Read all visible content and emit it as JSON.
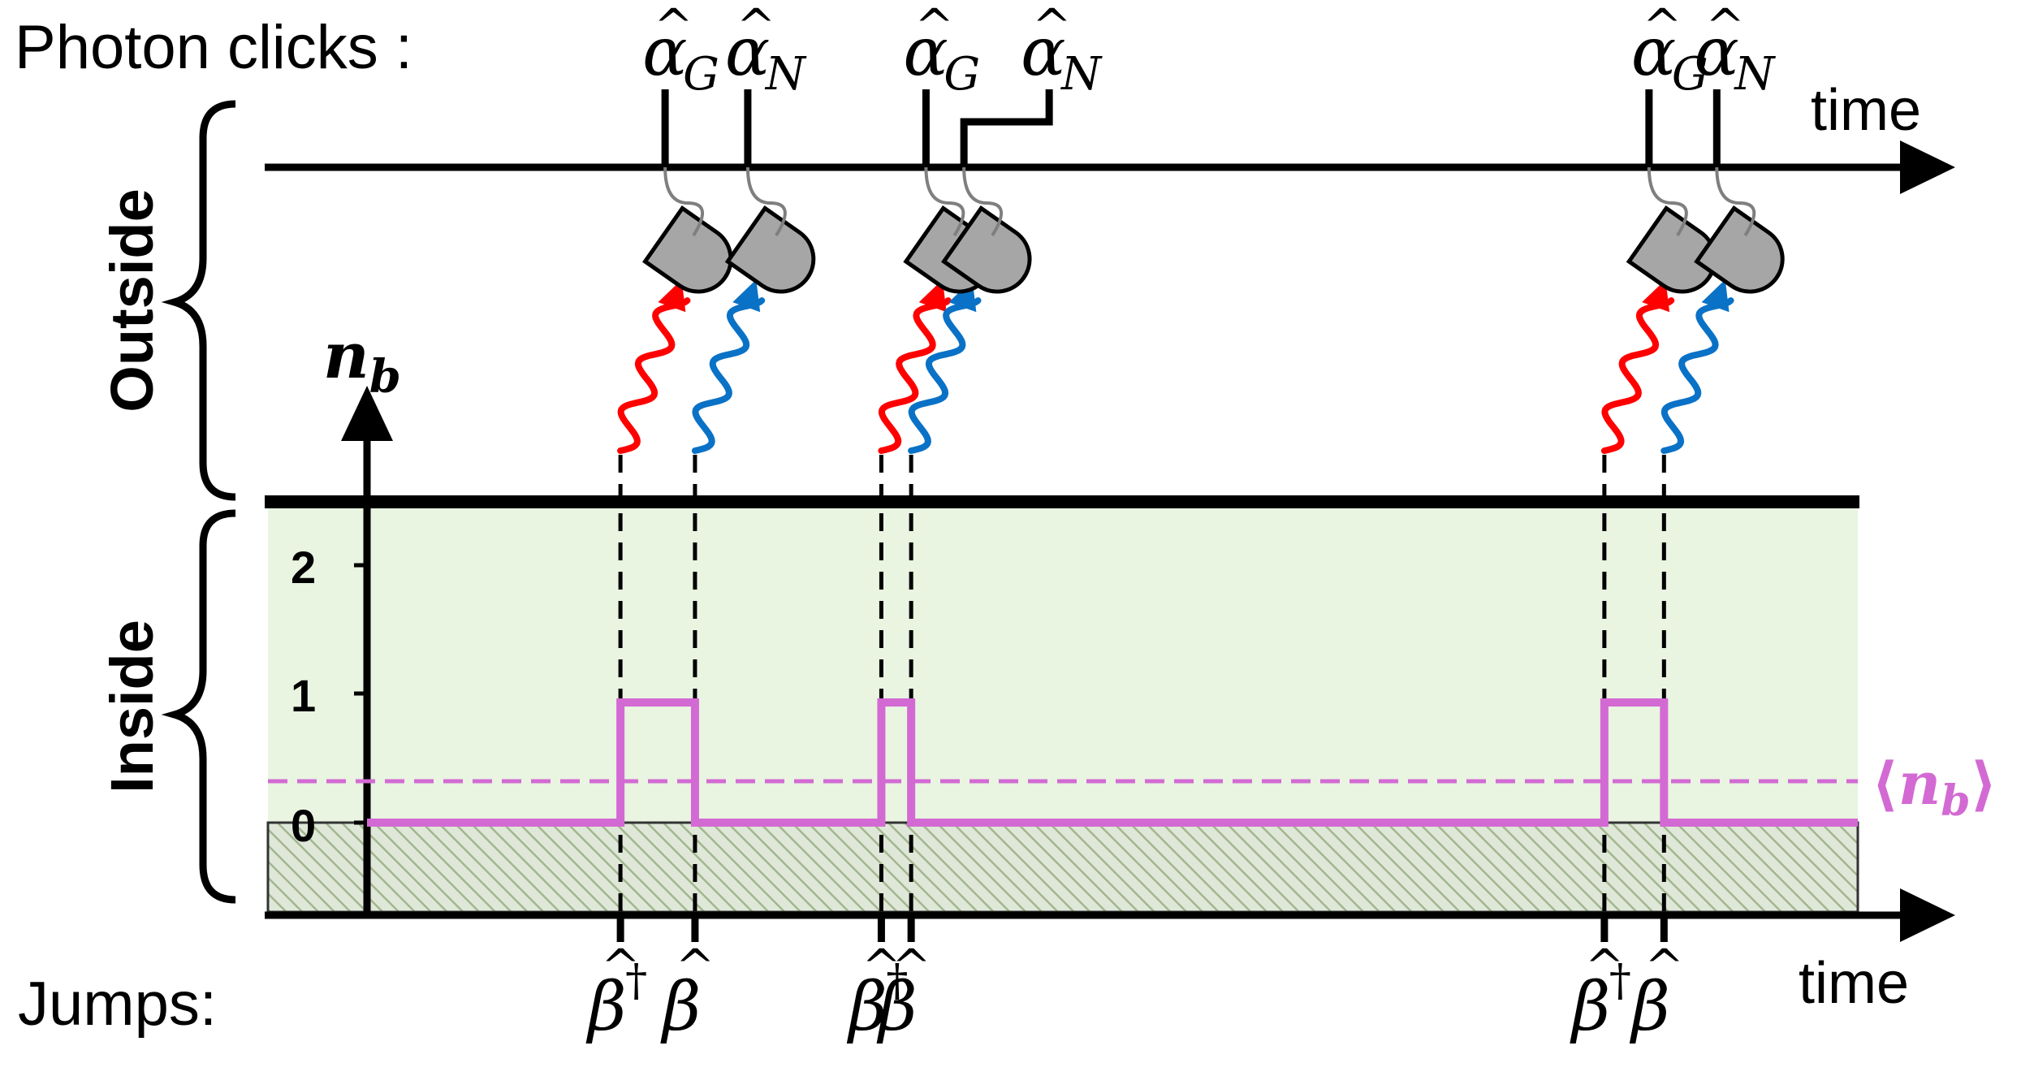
{
  "header_label": "Photon clicks :",
  "time_label_top": "time",
  "time_label_bottom": "time",
  "jumps_label": "Jumps:",
  "region_outside": "Outside",
  "region_inside": "Inside",
  "y_axis": {
    "label_main": "n",
    "label_sub": "b",
    "ticks": [
      "2",
      "1",
      "0"
    ]
  },
  "mean_label": {
    "open": "⟨",
    "main": "n",
    "sub": "b",
    "close": "⟩"
  },
  "operators": {
    "alpha": "α",
    "hat": "^",
    "sub_g": "G",
    "sub_n": "N",
    "beta": "β",
    "dagger": "†"
  },
  "events": [
    {
      "creation_time": 0.17,
      "annihilation_time": 0.22
    },
    {
      "creation_time": 0.345,
      "annihilation_time": 0.365
    },
    {
      "creation_time": 0.83,
      "annihilation_time": 0.87
    }
  ],
  "colors": {
    "trajectory": "#d36ad3",
    "mean_line": "#d36ad3",
    "inside_fill": "#e9f4e1",
    "hatch": "#a2b68f",
    "photon_g": "#ff0000",
    "photon_n": "#0a72c6",
    "detector": "#a6a6a6",
    "axis": "#000000"
  },
  "icons": [
    "detector-icon",
    "photon-g-wavy-arrow-icon",
    "photon-n-wavy-arrow-icon",
    "curly-brace-icon"
  ]
}
